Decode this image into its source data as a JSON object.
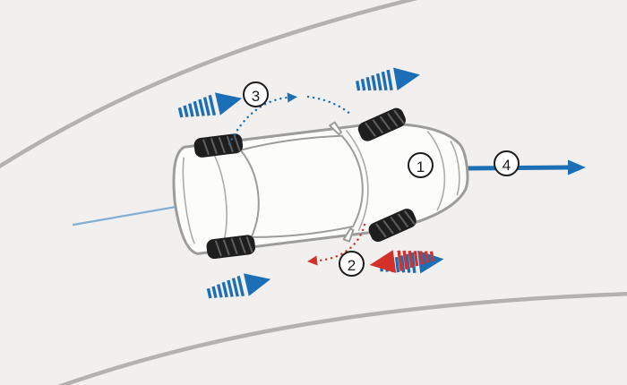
{
  "callouts": [
    {
      "label": "1"
    },
    {
      "label": "2"
    },
    {
      "label": "3"
    },
    {
      "label": "4"
    }
  ],
  "colors": {
    "background": "#f1f0ee",
    "road": "#b3b2b0",
    "car-fill": "#fcfcfb",
    "car-outline": "#9c9c9a",
    "tire": "#1e1e1e",
    "tread": "#5f5f5f",
    "accent-blue": "#1d6fb5",
    "light-blue": "#85aed4",
    "accent-red": "#d2322a",
    "badge-border": "#1c1c1c",
    "badge-bg": "#ffffff",
    "badge-text": "#1c1c1c"
  },
  "icons": {
    "speed-stripes-arrow": "striped-bars-with-solid-triangle-head",
    "direction-arrow": "solid-line-with-triangle-head",
    "yaw-arc": "dotted-arc-with-triangle-head"
  }
}
